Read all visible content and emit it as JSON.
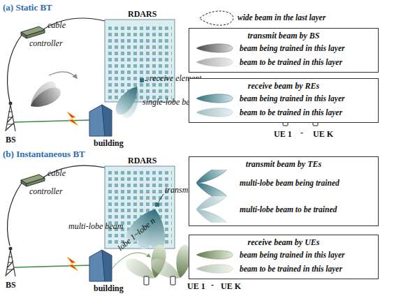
{
  "diagram": {
    "nodes": [
      {
        "text": [
          "transmit beam by BS",
          "beam being trained in this layer",
          "beam to be trained in this layer"
        ]
      },
      {
        "text": [
          "receive beam by REs",
          "beam being trained in this layer",
          "beam to be trained in this layer"
        ]
      },
      {
        "text": [
          "transmit beam by TEs",
          "multi-lobe beam being trained",
          "multi-lobe beam to be trained"
        ]
      },
      {
        "text": [
          "receive beam by UEs",
          "beam being trained in this layer",
          "beam to be trained in this layer"
        ]
      }
    ],
    "labels": [
      "(a) Static BT",
      "RDARS",
      "cable",
      "controller",
      "receive element",
      "single-lobe beam",
      "BS",
      "building",
      "UE 1",
      "-",
      "UE K",
      "(b) Instantaneous BT",
      "RDARS",
      "cable",
      "controller",
      "transmit element",
      "multi-lobe beam",
      "lobe 1~lobe n",
      "BS",
      "building",
      "UE 1",
      "-",
      "UE K"
    ],
    "legend": [
      {
        "text": "wide beam in the last layer"
      }
    ]
  }
}
